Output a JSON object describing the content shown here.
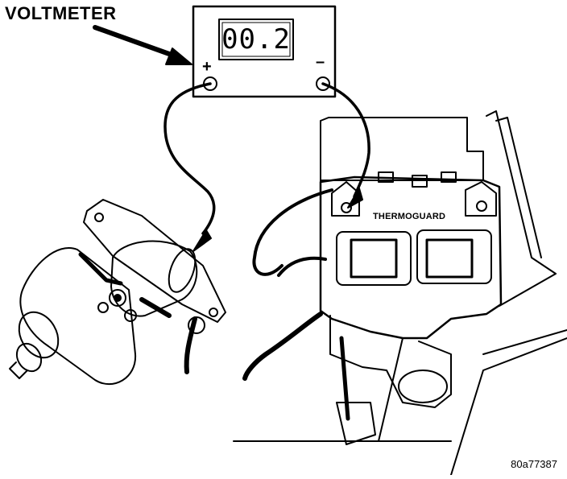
{
  "callout": "VOLTMETER",
  "meter": {
    "reading": "00.2",
    "positive_terminal": "+",
    "negative_terminal": "–"
  },
  "component_label": "THERMOGUARD",
  "figure_id": "80a77387"
}
